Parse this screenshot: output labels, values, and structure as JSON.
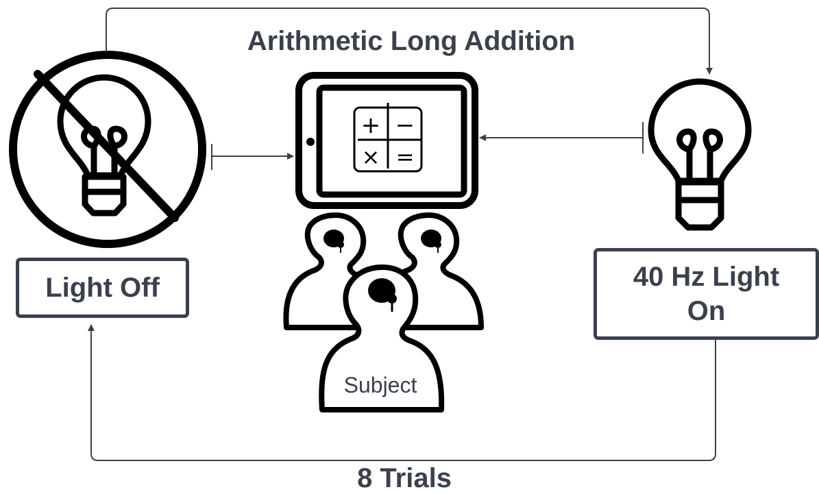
{
  "title": "Arithmetic Long Addition",
  "states": {
    "off_label": "Light Off",
    "on_label_line1": "40 Hz Light",
    "on_label_line2": "On"
  },
  "loop_label": "8 Trials",
  "participant_label": "Subject",
  "calculator_symbols": [
    "+",
    "−",
    "×",
    "="
  ],
  "colors": {
    "stroke": "#3a404c",
    "icon": "#000000",
    "background": "#ffffff"
  },
  "icons": [
    "lightbulb-off-icon",
    "tablet-icon",
    "calculator-icon",
    "lightbulb-icon",
    "person-icon",
    "brain-icon"
  ]
}
